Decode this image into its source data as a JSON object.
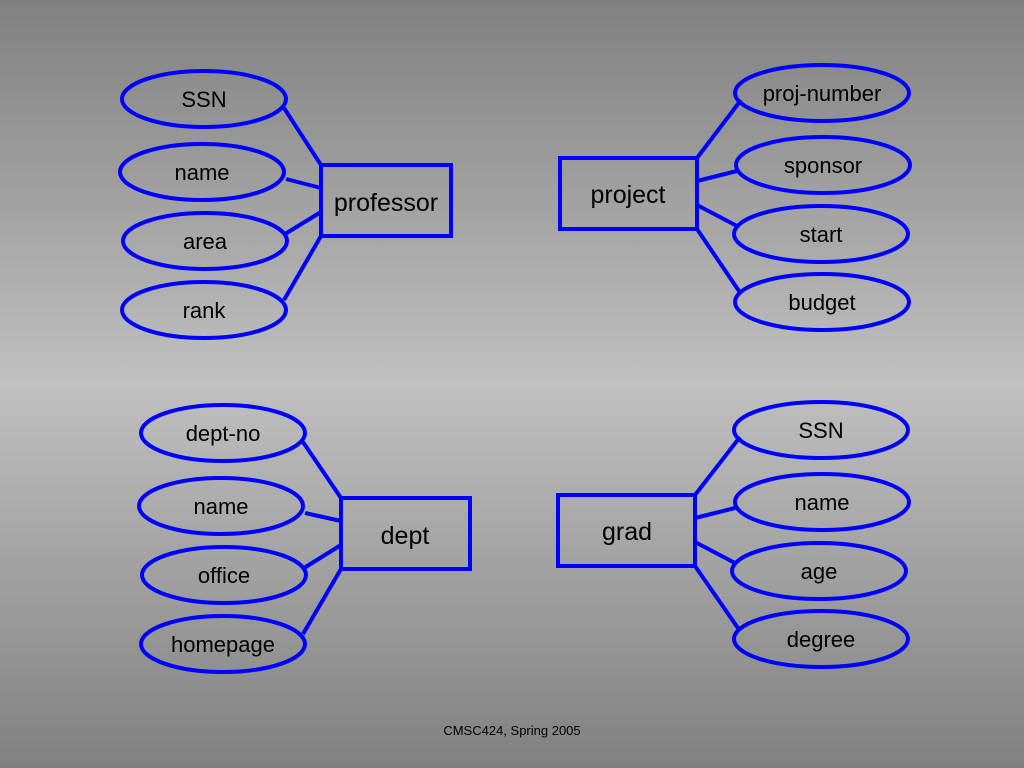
{
  "diagram": {
    "stroke_color": "#0000ff",
    "groups": [
      {
        "entity": "professor",
        "attributes": [
          "SSN",
          "name",
          "area",
          "rank"
        ]
      },
      {
        "entity": "project",
        "attributes": [
          "proj-number",
          "sponsor",
          "start",
          "budget"
        ]
      },
      {
        "entity": "dept",
        "attributes": [
          "dept-no",
          "name",
          "office",
          "homepage"
        ]
      },
      {
        "entity": "grad",
        "attributes": [
          "SSN",
          "name",
          "age",
          "degree"
        ]
      }
    ]
  },
  "footer": {
    "text": "CMSC424, Spring 2005"
  }
}
